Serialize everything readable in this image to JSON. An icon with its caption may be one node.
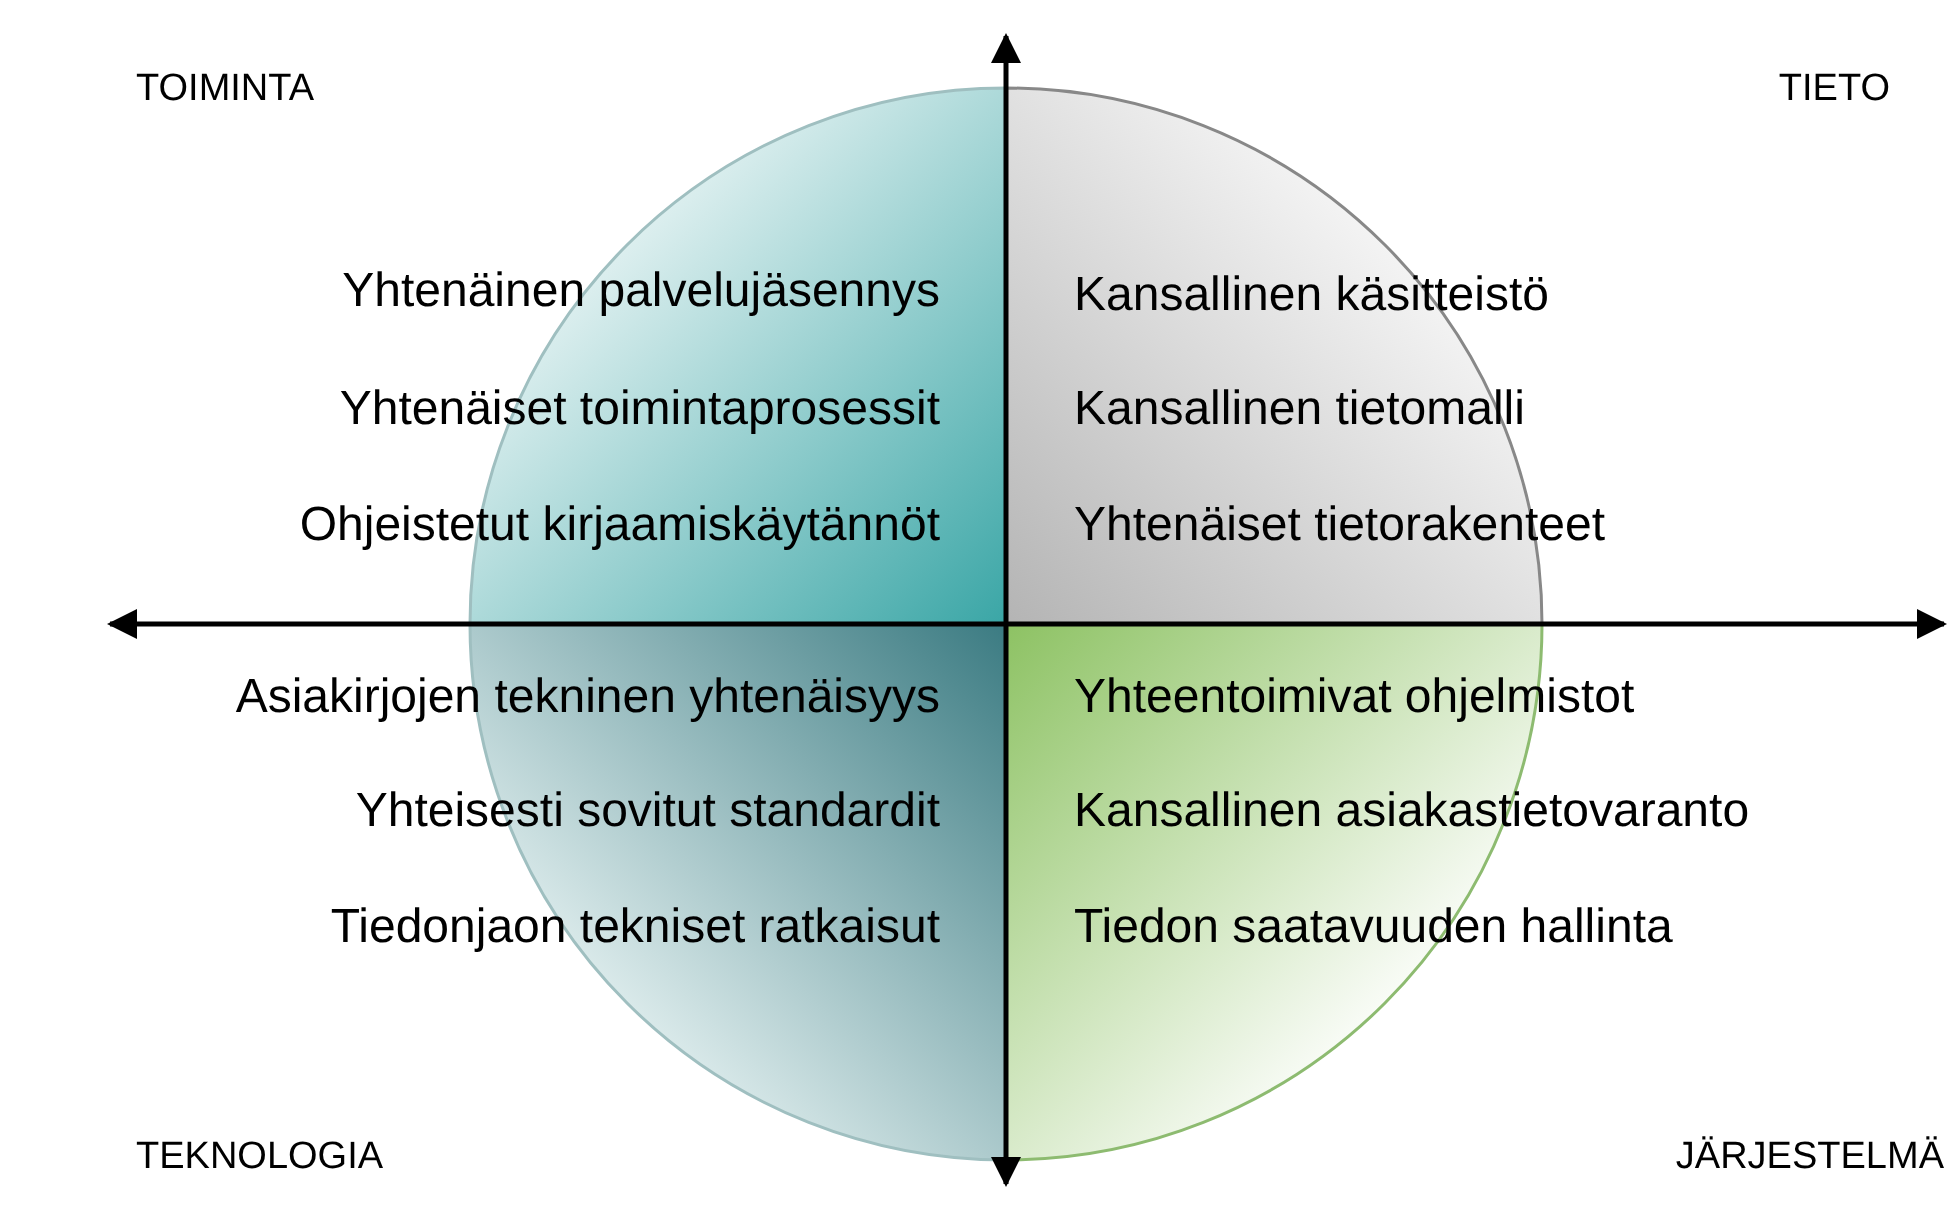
{
  "diagram": {
    "nodes": [
      {
        "text": [
          "Yhtenäinen palvelujäsennys",
          "Yhtenäiset toimintaprosessit",
          "Ohjeistetut kirjaamiskäytännöt"
        ]
      },
      {
        "text": [
          "Kansallinen käsitteistö",
          "Kansallinen tietomalli",
          "Yhtenäiset tietorakenteet"
        ]
      },
      {
        "text": [
          "Asiakirjojen tekninen yhtenäisyys",
          "Yhteisesti sovitut standardit",
          "Tiedonjaon tekniset ratkaisut"
        ]
      },
      {
        "text": [
          "Yhteentoimivat ohjelmistot",
          "Kansallinen asiakastietovaranto",
          "Tiedon saatavuuden hallinta"
        ]
      }
    ],
    "labels": [
      "TOIMINTA",
      "TIETO",
      "TEKNOLOGIA",
      "JÄRJESTELMÄ"
    ]
  }
}
